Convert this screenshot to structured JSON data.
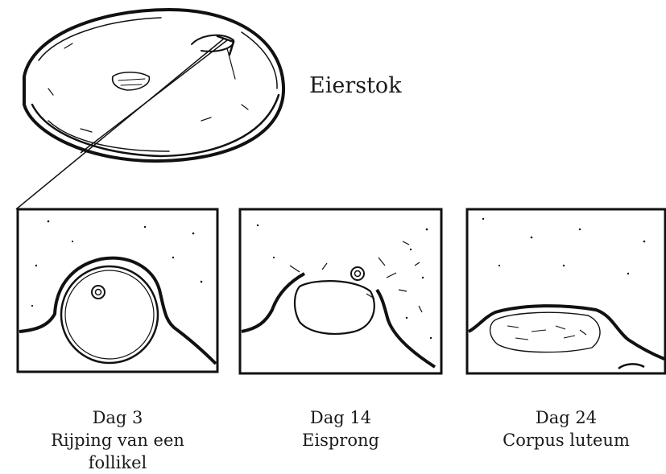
{
  "diagram": {
    "organ_label": "Eierstok",
    "panels": [
      {
        "day": "Dag 3",
        "caption_line1": "Rijping van een",
        "caption_line2": "follikel"
      },
      {
        "day": "Dag 14",
        "caption_line1": "Eisprong",
        "caption_line2": ""
      },
      {
        "day": "Dag 24",
        "caption_line1": "Corpus luteum",
        "caption_line2": ""
      }
    ]
  }
}
